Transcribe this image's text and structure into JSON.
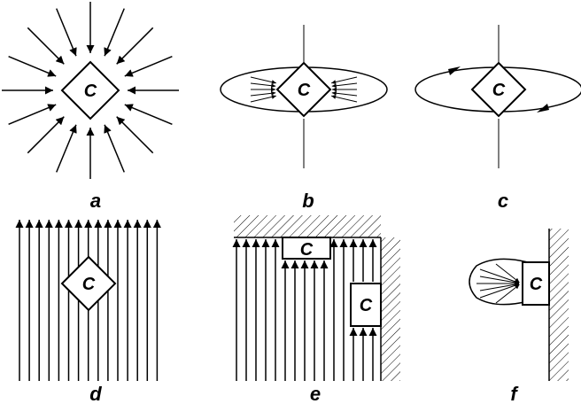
{
  "panels": [
    {
      "id": "a",
      "caption": "a",
      "node_label": "C"
    },
    {
      "id": "b",
      "caption": "b",
      "node_label": "C"
    },
    {
      "id": "c",
      "caption": "c",
      "node_label": "C"
    },
    {
      "id": "d",
      "caption": "d",
      "node_label": "C"
    },
    {
      "id": "e",
      "caption": "e",
      "node_labels": [
        "C",
        "C"
      ]
    },
    {
      "id": "f",
      "caption": "f",
      "node_label": "C"
    }
  ],
  "colors": {
    "ink": "#000000",
    "paper": "#ffffff"
  }
}
